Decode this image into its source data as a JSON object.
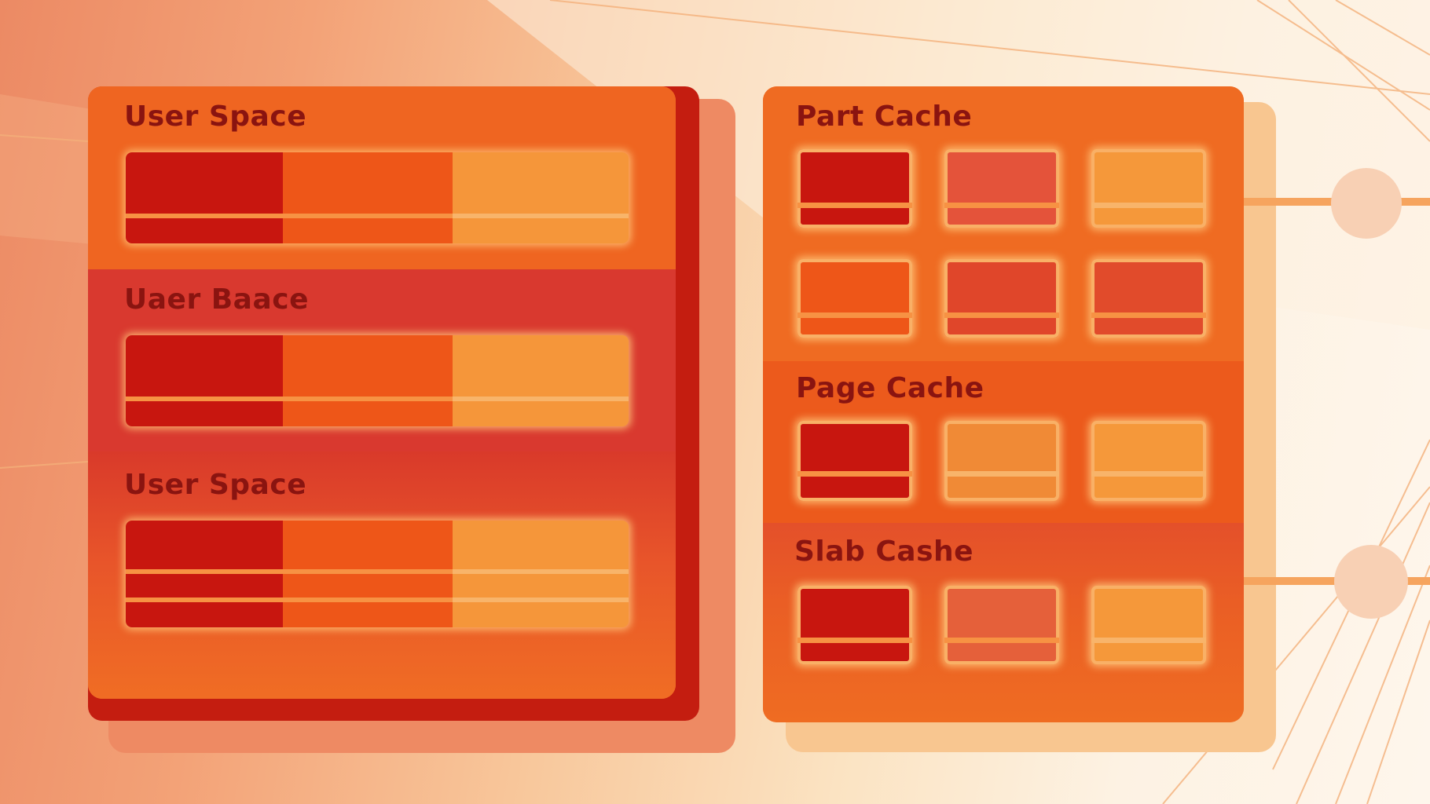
{
  "left_panel": {
    "sections": [
      {
        "label": "User Space",
        "rows": 2
      },
      {
        "label": "Uaer Baace",
        "rows": 2
      },
      {
        "label": "User Space",
        "rows": 3
      }
    ]
  },
  "right_panel": {
    "sections": [
      {
        "label": "Part Cache",
        "grid_rows": 2
      },
      {
        "label": "Page Cache",
        "grid_rows": 1
      },
      {
        "label": "Slab Cashe",
        "grid_rows": 1
      }
    ]
  },
  "colors": {
    "dark_red": "#c8160f",
    "red_orange": "#e0462a",
    "orange": "#ee5618",
    "light_orange": "#f59a3a",
    "label": "#8a1410",
    "panel": "#ef6a20",
    "panel_edge": "#c41d10",
    "highlight": "#f9b066"
  }
}
